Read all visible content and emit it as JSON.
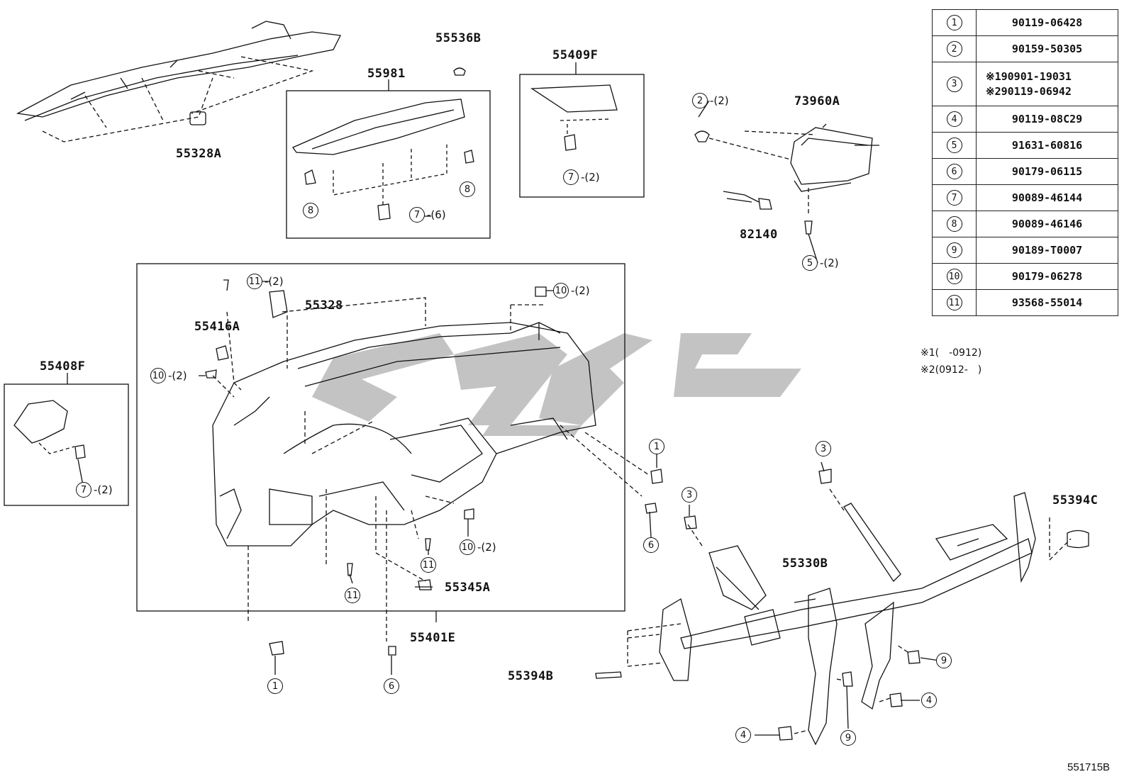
{
  "diagram_code": "551715B",
  "labels": {
    "p55328A": "55328A",
    "p55536B": "55536B",
    "p55981": "55981",
    "p55409F": "55409F",
    "p73960A": "73960A",
    "p82140": "82140",
    "p55328": "55328",
    "p55416A": "55416A",
    "p55408F": "55408F",
    "p55345A": "55345A",
    "p55401E": "55401E",
    "p55394C": "55394C",
    "p55330B": "55330B",
    "p55394B": "55394B"
  },
  "callouts": [
    {
      "num": "8",
      "qty": ""
    },
    {
      "num": "8",
      "qty": ""
    },
    {
      "num": "7",
      "qty": "-(6)"
    },
    {
      "num": "7",
      "qty": "-(2)"
    },
    {
      "num": "2",
      "qty": "-(2)"
    },
    {
      "num": "5",
      "qty": "-(2)"
    },
    {
      "num": "11",
      "qty": "-(2)"
    },
    {
      "num": "10",
      "qty": "-(2)"
    },
    {
      "num": "10",
      "qty": "-(2)"
    },
    {
      "num": "7",
      "qty": "-(2)"
    },
    {
      "num": "1",
      "qty": ""
    },
    {
      "num": "6",
      "qty": ""
    },
    {
      "num": "10",
      "qty": "-(2)"
    },
    {
      "num": "11",
      "qty": ""
    },
    {
      "num": "11",
      "qty": ""
    },
    {
      "num": "1",
      "qty": ""
    },
    {
      "num": "6",
      "qty": ""
    },
    {
      "num": "3",
      "qty": ""
    },
    {
      "num": "3",
      "qty": ""
    },
    {
      "num": "9",
      "qty": ""
    },
    {
      "num": "4",
      "qty": ""
    },
    {
      "num": "9",
      "qty": ""
    },
    {
      "num": "4",
      "qty": ""
    }
  ],
  "parts_table": [
    {
      "num": "1",
      "part": "90119-06428"
    },
    {
      "num": "2",
      "part": "90159-50305"
    },
    {
      "num": "3",
      "parts": [
        "※190901-19031",
        "※290119-06942"
      ]
    },
    {
      "num": "4",
      "part": "90119-08C29"
    },
    {
      "num": "5",
      "part": "91631-60816"
    },
    {
      "num": "6",
      "part": "90179-06115"
    },
    {
      "num": "7",
      "part": "90089-46144"
    },
    {
      "num": "8",
      "part": "90089-46146"
    },
    {
      "num": "9",
      "part": "90189-T0007"
    },
    {
      "num": "10",
      "part": "90179-06278"
    },
    {
      "num": "11",
      "part": "93568-55014"
    }
  ],
  "notes": [
    "※1(　-0912)",
    "※2(0912-　)"
  ],
  "colors": {
    "line": "#111111",
    "watermark": "#bdbdbd"
  }
}
